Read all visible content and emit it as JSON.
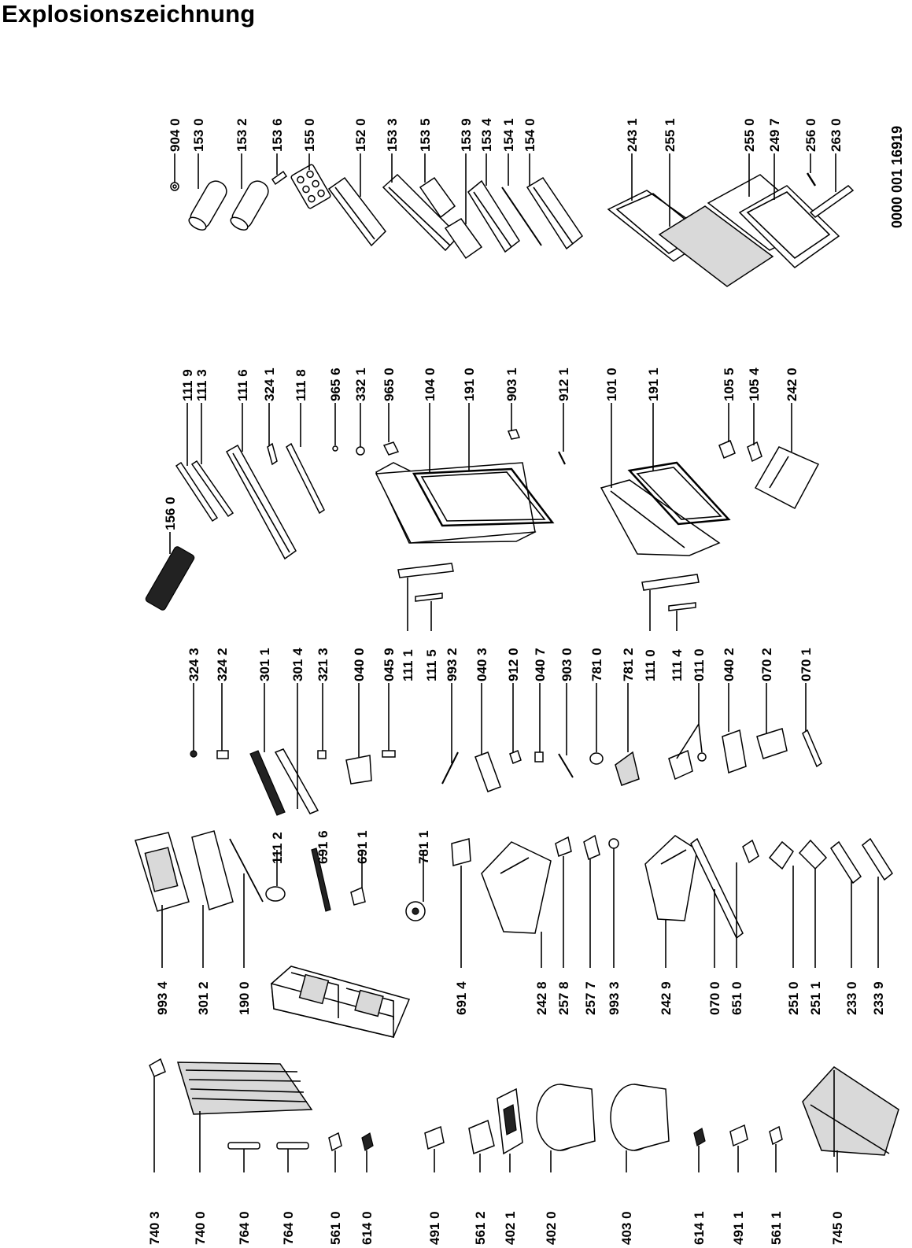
{
  "title": "Explosionszeichnung",
  "document_number": "0000 001 16919",
  "labels": [
    "904 0",
    "153 0",
    "153 2",
    "153 6",
    "155 0",
    "152 0",
    "153 3",
    "153 5",
    "153 9",
    "153 4",
    "154 1",
    "154 0",
    "243 1",
    "255 1",
    "255 0",
    "249 7",
    "256 0",
    "263 0",
    "111 9",
    "111 3",
    "111 6",
    "324 1",
    "111 8",
    "965 6",
    "332 1",
    "965 0",
    "104 0",
    "191 0",
    "903 1",
    "912 1",
    "101 0",
    "191 1",
    "105 5",
    "105 4",
    "242 0",
    "156 0",
    "324 3",
    "324 2",
    "301 1",
    "301 4",
    "321 3",
    "040 0",
    "045 9",
    "111 1",
    "111 5",
    "993 2",
    "040 3",
    "912 0",
    "040 7",
    "903 0",
    "781 0",
    "781 2",
    "111 0",
    "111 4",
    "011 0",
    "040 2",
    "070 2",
    "070 1",
    "111 2",
    "691 6",
    "691 1",
    "781 1",
    "993 4",
    "301 2",
    "190 0",
    "691 4",
    "242 8",
    "257 8",
    "257 7",
    "993 3",
    "242 9",
    "070 0",
    "651 0",
    "251 0",
    "251 1",
    "233 0",
    "233 9",
    "740 3",
    "740 0",
    "764 0",
    "764 0",
    "561 0",
    "614 0",
    "491 0",
    "561 2",
    "402 1",
    "402 0",
    "403 0",
    "614 1",
    "491 1",
    "561 1",
    "745 0"
  ]
}
